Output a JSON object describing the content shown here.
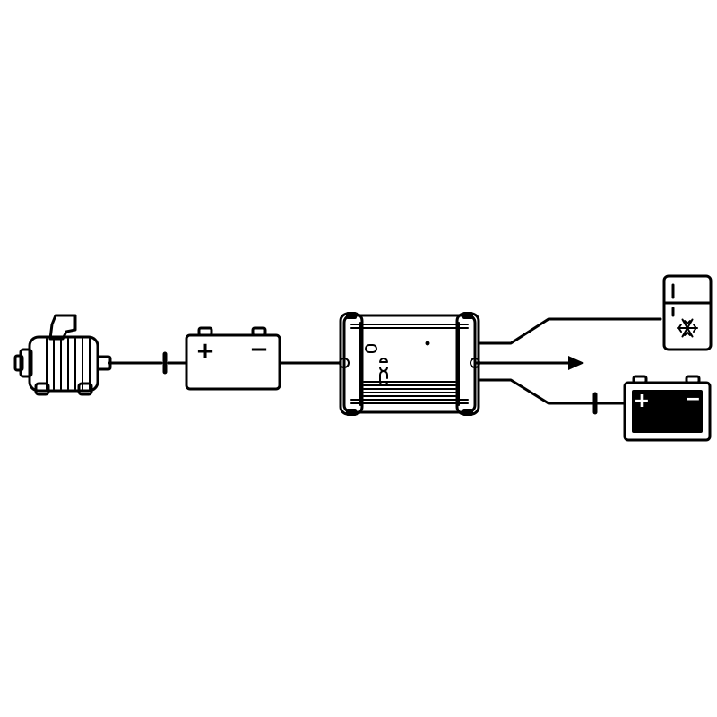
{
  "colors": {
    "line": "#000000",
    "background": "#ffffff",
    "starter_battery_fill": "#ffffff",
    "aux_battery_fill": "#000000"
  },
  "components": [
    {
      "id": "alternator",
      "icon": "alternator-icon"
    },
    {
      "id": "fuse-1",
      "icon": "fuse-icon"
    },
    {
      "id": "starter-battery",
      "icon": "battery-icon",
      "plus_symbol": "+",
      "minus_symbol": "−"
    },
    {
      "id": "charger",
      "icon": "dc-dc-charger-icon"
    },
    {
      "id": "fridge",
      "icon": "fridge-icon"
    },
    {
      "id": "fuse-2",
      "icon": "fuse-icon"
    },
    {
      "id": "aux-battery",
      "icon": "battery-icon",
      "plus_symbol": "+",
      "minus_symbol": "−"
    }
  ],
  "labels": {
    "starter_plus": "+",
    "starter_minus": "−",
    "aux_plus": "+",
    "aux_minus": "−"
  }
}
